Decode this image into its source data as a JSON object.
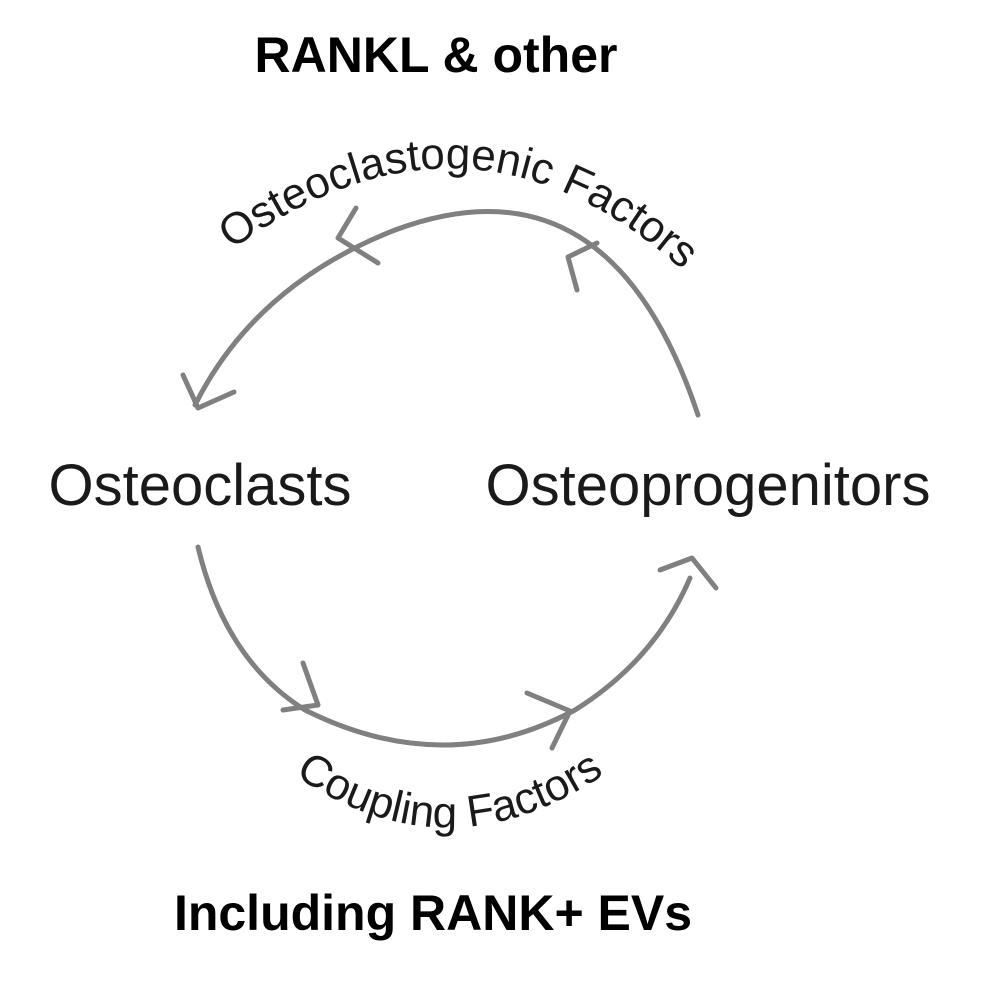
{
  "top_label": "RANKL & other",
  "bottom_label": "Including RANK+ EVs",
  "nodes": {
    "left": "Osteoclasts",
    "right": "Osteoprogenitors"
  },
  "arcs": {
    "top": "Osteoclastogenic Factors",
    "bottom": "Coupling Factors"
  }
}
